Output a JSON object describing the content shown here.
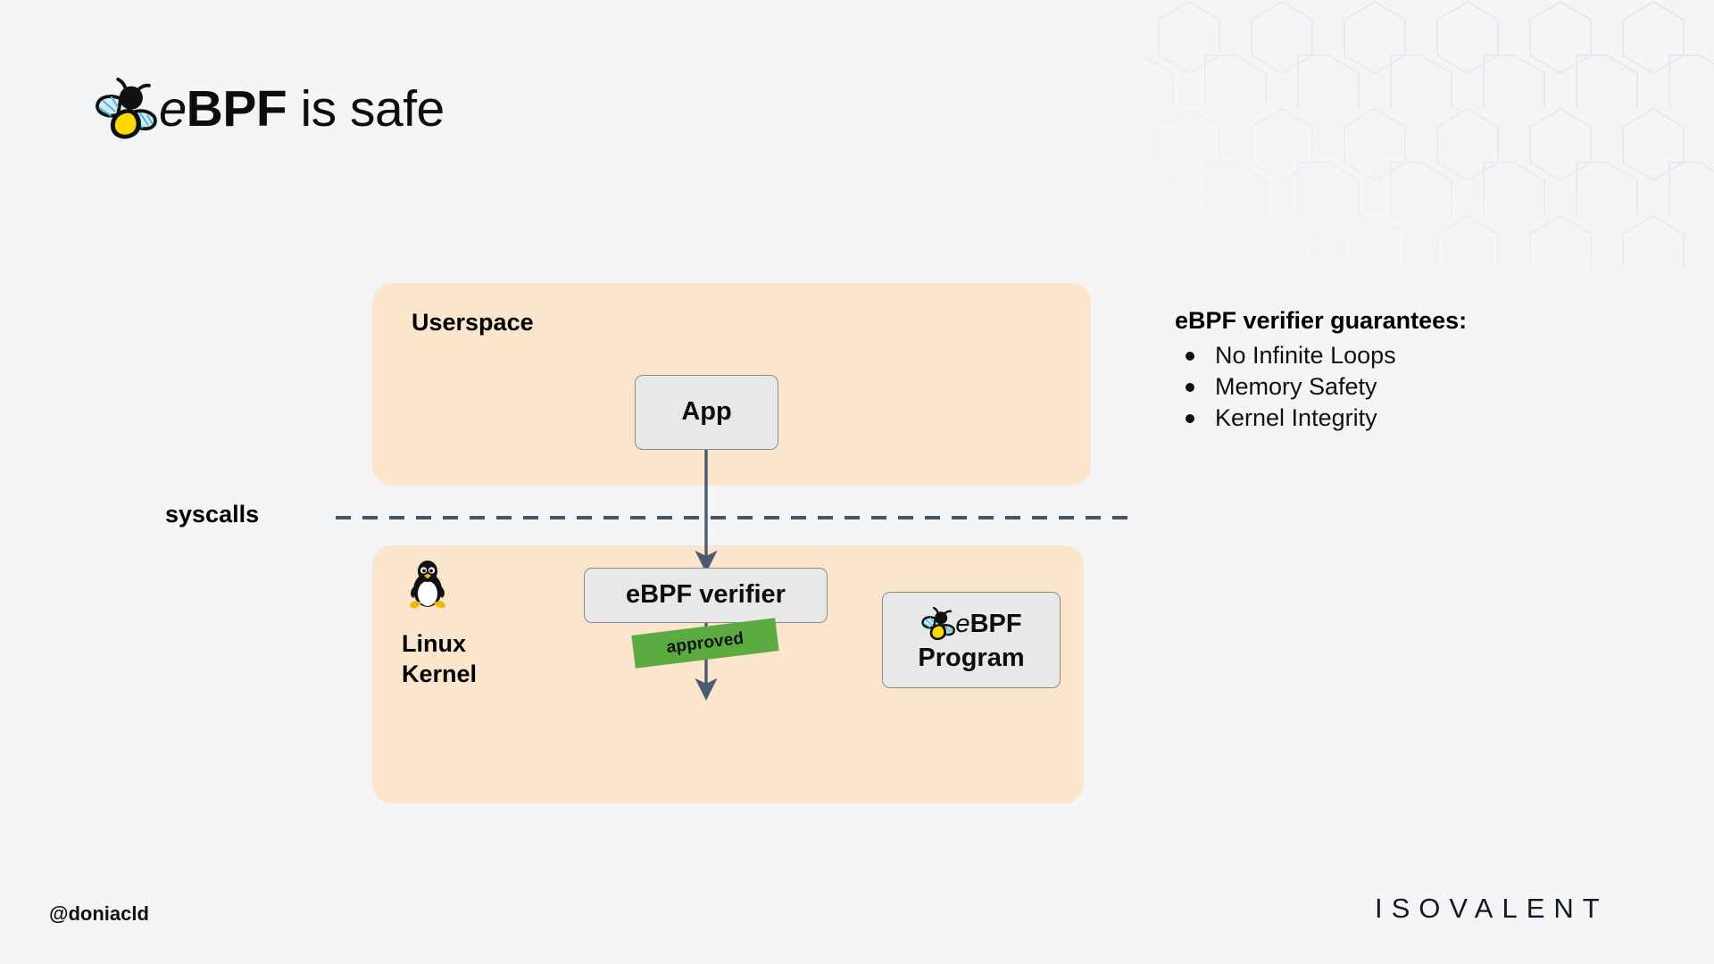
{
  "slide": {
    "background_color": "#f4f5f7",
    "zone_fill_color": "#fce5cd",
    "node_fill_color": "#e8e8e8",
    "node_border_color": "#8a8a8a",
    "arrow_color": "#4a5c70",
    "approved_color": "#5cab40",
    "hex_pattern_color": "#e4e6ea"
  },
  "title": {
    "e": "e",
    "bpf": "BPF",
    "rest": " is safe",
    "logo_icon": "ebpf-bee-icon"
  },
  "diagram": {
    "userspace": {
      "label": "Userspace"
    },
    "kernel": {
      "label": "Linux\nKernel",
      "label_line1": "Linux",
      "label_line2": "Kernel",
      "icon": "linux-tux-icon"
    },
    "syscalls": {
      "label": "syscalls"
    },
    "nodes": {
      "app": {
        "label": "App"
      },
      "verifier": {
        "label": "eBPF verifier"
      },
      "program": {
        "logo_icon": "ebpf-bee-icon",
        "e": "e",
        "bpf": "BPF",
        "line2": "Program"
      }
    },
    "banner": {
      "label": "approved"
    }
  },
  "guarantees": {
    "heading": "eBPF verifier guarantees:",
    "items": [
      "No Infinite Loops",
      "Memory Safety",
      "Kernel Integrity"
    ]
  },
  "footer": {
    "handle": "@doniacld",
    "brand": "ISOVALENT"
  }
}
